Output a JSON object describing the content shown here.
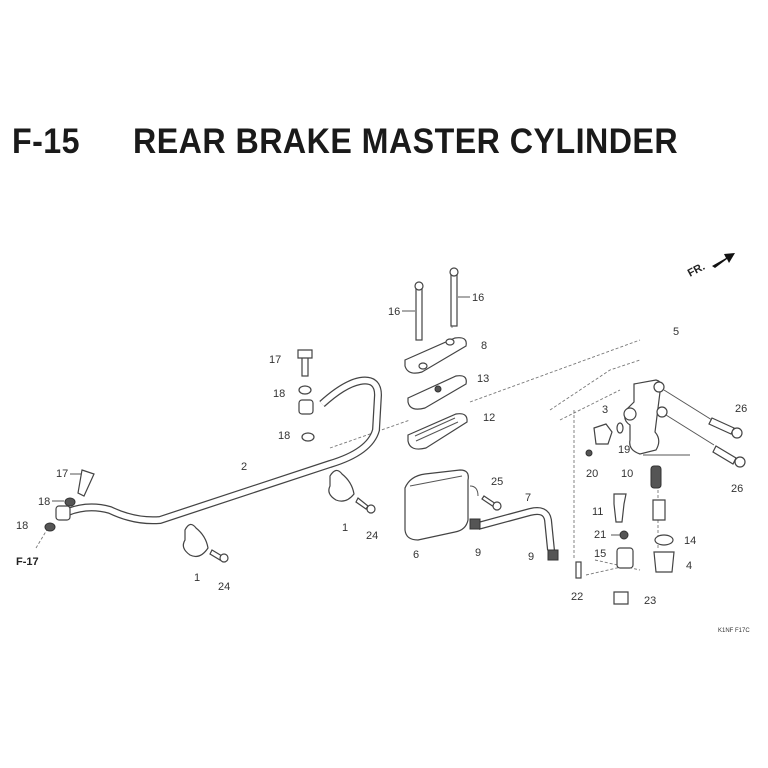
{
  "header": {
    "section_code": "F-15",
    "title": "REAR BRAKE MASTER CYLINDER"
  },
  "direction_indicator": {
    "label": "FR."
  },
  "cross_reference": {
    "label": "F-17"
  },
  "diagram_code": "K1NF F17C",
  "callouts": [
    {
      "id": "c16a",
      "text": "16"
    },
    {
      "id": "c16b",
      "text": "16"
    },
    {
      "id": "c8",
      "text": "8"
    },
    {
      "id": "c13",
      "text": "13"
    },
    {
      "id": "c12",
      "text": "12"
    },
    {
      "id": "c17a",
      "text": "17"
    },
    {
      "id": "c18a",
      "text": "18"
    },
    {
      "id": "c18b",
      "text": "18"
    },
    {
      "id": "c2",
      "text": "2"
    },
    {
      "id": "c17b",
      "text": "17"
    },
    {
      "id": "c18c",
      "text": "18"
    },
    {
      "id": "c18d",
      "text": "18"
    },
    {
      "id": "c1a",
      "text": "1"
    },
    {
      "id": "c24a",
      "text": "24"
    },
    {
      "id": "c1b",
      "text": "1"
    },
    {
      "id": "c24b",
      "text": "24"
    },
    {
      "id": "c25a",
      "text": "25"
    },
    {
      "id": "c6",
      "text": "6"
    },
    {
      "id": "c9a",
      "text": "9"
    },
    {
      "id": "c7",
      "text": "7"
    },
    {
      "id": "c9b",
      "text": "9"
    },
    {
      "id": "c5",
      "text": "5"
    },
    {
      "id": "c3",
      "text": "3"
    },
    {
      "id": "c26a",
      "text": "26"
    },
    {
      "id": "c19",
      "text": "19"
    },
    {
      "id": "c20",
      "text": "20"
    },
    {
      "id": "c10",
      "text": "10"
    },
    {
      "id": "c26b",
      "text": "26"
    },
    {
      "id": "c11",
      "text": "11"
    },
    {
      "id": "c21",
      "text": "21"
    },
    {
      "id": "c15",
      "text": "15"
    },
    {
      "id": "c14",
      "text": "14"
    },
    {
      "id": "c4",
      "text": "4"
    },
    {
      "id": "c22",
      "text": "22"
    },
    {
      "id": "c23",
      "text": "23"
    }
  ]
}
